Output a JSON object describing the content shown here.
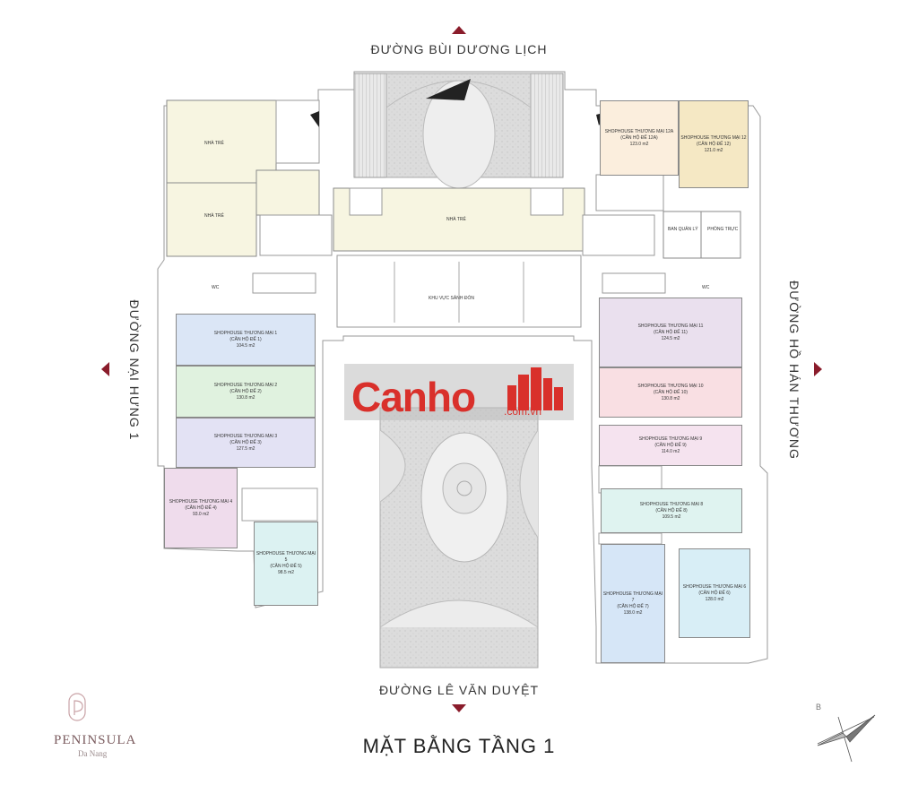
{
  "streets": {
    "top": "ĐƯỜNG BÙI DƯƠNG LỊCH",
    "bottom": "ĐƯỜNG LÊ VĂN DUYỆT",
    "left": "ĐƯỜNG NẠI HƯNG 1",
    "right": "ĐƯỜNG HỒ HÁN THƯƠNG"
  },
  "plan_title": "MẶT BẰNG TẦNG 1",
  "brand": {
    "name": "PENINSULA",
    "sub": "Da Nang"
  },
  "watermark": {
    "main": "Canho",
    "domain": ".com.vn"
  },
  "compass_label": "B",
  "rooms": {
    "nha_tre_1": "NHÀ TRẺ",
    "nha_tre_2": "NHÀ TRẺ",
    "nha_tre_3": "NHÀ TRẺ",
    "sanh": "KHU VỰC SẢNH ĐÓN",
    "ban_quan_ly": "BAN QUẢN LÝ",
    "phong_truc": "PHÒNG TRỰC",
    "wc_left": "WC",
    "wc_right": "WC"
  },
  "units": {
    "u12a": {
      "l1": "SHOPHOUSE THƯƠNG MẠI 12A",
      "l2": "(CĂN HỘ ĐẾ 12A)",
      "area": "123.0 m2"
    },
    "u12": {
      "l1": "SHOPHOUSE THƯƠNG MẠI 12",
      "l2": "(CĂN HỘ ĐẾ 12)",
      "area": "121.0 m2"
    },
    "u1": {
      "l1": "SHOPHOUSE THƯƠNG MẠI 1",
      "l2": "(CĂN HỘ ĐẾ 1)",
      "area": "104.5 m2"
    },
    "u2": {
      "l1": "SHOPHOUSE THƯƠNG MẠI 2",
      "l2": "(CĂN HỘ ĐẾ 2)",
      "area": "130.8 m2"
    },
    "u3": {
      "l1": "SHOPHOUSE THƯƠNG MẠI 3",
      "l2": "(CĂN HỘ ĐẾ 3)",
      "area": "127.5 m2"
    },
    "u4": {
      "l1": "SHOPHOUSE THƯƠNG MẠI 4",
      "l2": "(CĂN HỘ ĐẾ 4)",
      "area": "93.0 m2"
    },
    "u5": {
      "l1": "SHOPHOUSE THƯƠNG MẠI 5",
      "l2": "(CĂN HỘ ĐẾ 5)",
      "area": "98.5 m2"
    },
    "u11": {
      "l1": "SHOPHOUSE THƯƠNG MẠI 11",
      "l2": "(CĂN HỘ ĐẾ 11)",
      "area": "124.5 m2"
    },
    "u10": {
      "l1": "SHOPHOUSE THƯƠNG MẠI 10",
      "l2": "(CĂN HỘ ĐẾ 10)",
      "area": "130.8 m2"
    },
    "u9": {
      "l1": "SHOPHOUSE THƯƠNG MẠI 9",
      "l2": "(CĂN HỘ ĐẾ 9)",
      "area": "114.0 m2"
    },
    "u8": {
      "l1": "SHOPHOUSE THƯƠNG MẠI 8",
      "l2": "(CĂN HỘ ĐẾ 8)",
      "area": "109.5 m2"
    },
    "u7": {
      "l1": "SHOPHOUSE THƯƠNG MẠI 7",
      "l2": "(CĂN HỘ ĐẾ 7)",
      "area": "138.0 m2"
    },
    "u6": {
      "l1": "SHOPHOUSE THƯƠNG MẠI 6",
      "l2": "(CĂN HỘ ĐẾ 6)",
      "area": "128.0 m2"
    }
  },
  "colors": {
    "accent": "#8a1c2b",
    "nha_tre": "#f7f5e1",
    "u12a": "#fbeedd",
    "u12": "#f5e8c4",
    "u1": "#dbe6f6",
    "u2": "#e0f2df",
    "u3": "#e3e2f4",
    "u4": "#efdcec",
    "u5": "#dcf2f2",
    "u11": "#eae0ee",
    "u10": "#f9dfe3",
    "u9": "#f5e3ef",
    "u8": "#dff3f0",
    "u7": "#d6e6f7",
    "u6": "#d8eef6"
  }
}
